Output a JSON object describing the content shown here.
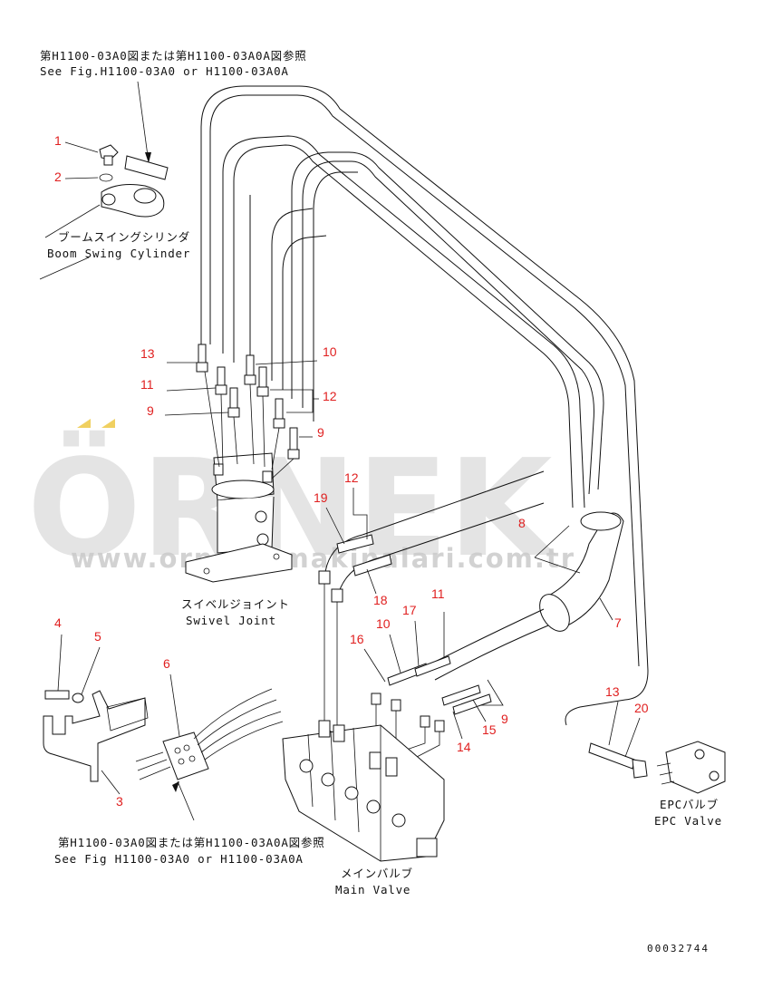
{
  "notes": {
    "top_ref_jp": "第H1100-03A0図または第H1100-03A0A図参照",
    "top_ref_en": "See Fig.H1100-03A0 or H1100-03A0A",
    "bottom_ref_jp": "第H1100-03A0図または第H1100-03A0A図参照",
    "bottom_ref_en": "See Fig H1100-03A0 or H1100-03A0A"
  },
  "components": {
    "boom_swing_jp": "ブームスイングシリンダ",
    "boom_swing_en": "Boom Swing Cylinder",
    "swivel_jp": "スイベルジョイント",
    "swivel_en": "Swivel Joint",
    "main_valve_jp": "メインバルブ",
    "main_valve_en": "Main Valve",
    "epc_jp": "EPCバルブ",
    "epc_en": "EPC Valve"
  },
  "callouts": {
    "c1": "1",
    "c2": "2",
    "c3": "3",
    "c4": "4",
    "c5": "5",
    "c6": "6",
    "c7": "7",
    "c8": "8",
    "c9a": "9",
    "c9b": "9",
    "c9c": "9",
    "c10a": "10",
    "c10b": "10",
    "c11a": "11",
    "c11b": "11",
    "c12a": "12",
    "c12b": "12",
    "c13a": "13",
    "c13b": "13",
    "c14": "14",
    "c15": "15",
    "c16": "16",
    "c17": "17",
    "c18": "18",
    "c19": "19",
    "c20": "20"
  },
  "watermark": {
    "brand": "ÖRNEK",
    "site": "www.ornekismakinalari.com.tr"
  },
  "drawing_number": "00032744",
  "colors": {
    "callout": "#e02020",
    "line": "#111111",
    "watermark": "#cfcfcf",
    "accent": "#f0d060"
  }
}
